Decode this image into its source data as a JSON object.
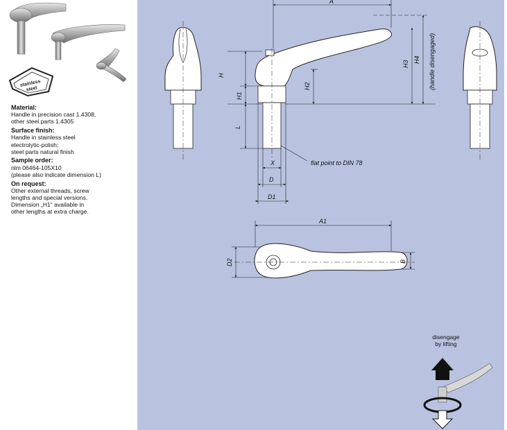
{
  "badge": {
    "text": "stainless steel"
  },
  "specs": [
    {
      "heading": "Material:",
      "text": "Handle in precision cast 1.4308,\nother steel parts 1.4305"
    },
    {
      "heading": "Surface finish:",
      "text": "Handle in stainless steel\nelectrolytic-polish;\nsteel parts natural finish"
    },
    {
      "heading": "Sample order:",
      "text": "nlm 06464-105X10\n(please also indicate dimension L)"
    },
    {
      "heading": "On request:",
      "text": "Other external threads, screw\nlengths and special versions.\nDimension „H1“ available in\nother lengths at extra charge."
    }
  ],
  "drawing": {
    "labels": {
      "A": "A",
      "H": "H",
      "H1": "H1",
      "H2": "H2",
      "H3": "H3",
      "H4": "H4",
      "handle_disengaged": "(handle disengaged)",
      "L": "L",
      "X": "X",
      "D": "D",
      "D1": "D1",
      "D2": "D2",
      "A1": "A1",
      "B": "B",
      "flat_point": "flat point to DIN 78"
    },
    "disengage_note": "disengage\nby lifting"
  }
}
